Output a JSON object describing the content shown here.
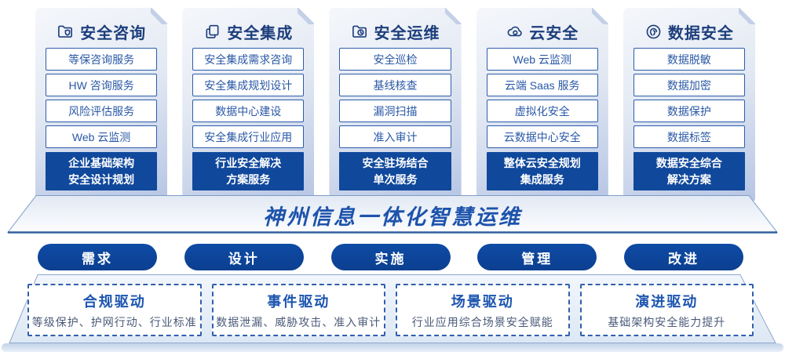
{
  "columns": [
    {
      "title": "安全咨询",
      "icon": "folder-shield-icon",
      "items": [
        "等保咨询服务",
        "HW 咨询服务",
        "风险评估服务",
        "Web 云监测"
      ],
      "highlight": [
        "企业基础架构",
        "安全设计规划"
      ]
    },
    {
      "title": "安全集成",
      "icon": "documents-icon",
      "items": [
        "安全集成需求咨询",
        "安全集成规划设计",
        "数据中心建设",
        "安全集成行业应用"
      ],
      "highlight": [
        "行业安全解决",
        "方案服务"
      ]
    },
    {
      "title": "安全运维",
      "icon": "folder-clock-icon",
      "items": [
        "安全巡检",
        "基线核查",
        "漏洞扫描",
        "准入审计"
      ],
      "highlight": [
        "安全驻场结合",
        "单次服务"
      ]
    },
    {
      "title": "云安全",
      "icon": "cloud-sync-icon",
      "items": [
        "Web 云监测",
        "云端 Saas 服务",
        "虚拟化安全",
        "云数据中心安全"
      ],
      "highlight": [
        "整体云安全规划",
        "集成服务"
      ]
    },
    {
      "title": "数据安全",
      "icon": "fingerprint-icon",
      "items": [
        "数据脱敏",
        "数据加密",
        "数据保护",
        "数据标签"
      ],
      "highlight": [
        "数据安全综合",
        "解决方案"
      ]
    }
  ],
  "banner": {
    "title": "神州信息一体化智慧运维"
  },
  "phases": [
    {
      "label": "需求"
    },
    {
      "label": "设计"
    },
    {
      "label": "实施"
    },
    {
      "label": "管理"
    },
    {
      "label": "改进"
    }
  ],
  "drivers": [
    {
      "title": "合规驱动",
      "desc": "等级保护、护网行动、行业标准"
    },
    {
      "title": "事件驱动",
      "desc": "数据泄漏、威胁攻击、准入审计"
    },
    {
      "title": "场景驱动",
      "desc": "行业应用综合场景安全赋能"
    },
    {
      "title": "演进驱动",
      "desc": "基础架构安全能力提升"
    }
  ],
  "colors": {
    "primary_dark_blue": "#10489c",
    "pill_blue": "#0c479e",
    "navy_title": "#1d3e7c",
    "item_blue": "#2a58a6",
    "banner_text_blue": "#1d53ab",
    "driver_title_blue": "#1c55b0",
    "driver_desc_gray": "#4a5a78",
    "card_gradient_end": "#b6c5e4",
    "dashed_border": "#3060ae"
  }
}
